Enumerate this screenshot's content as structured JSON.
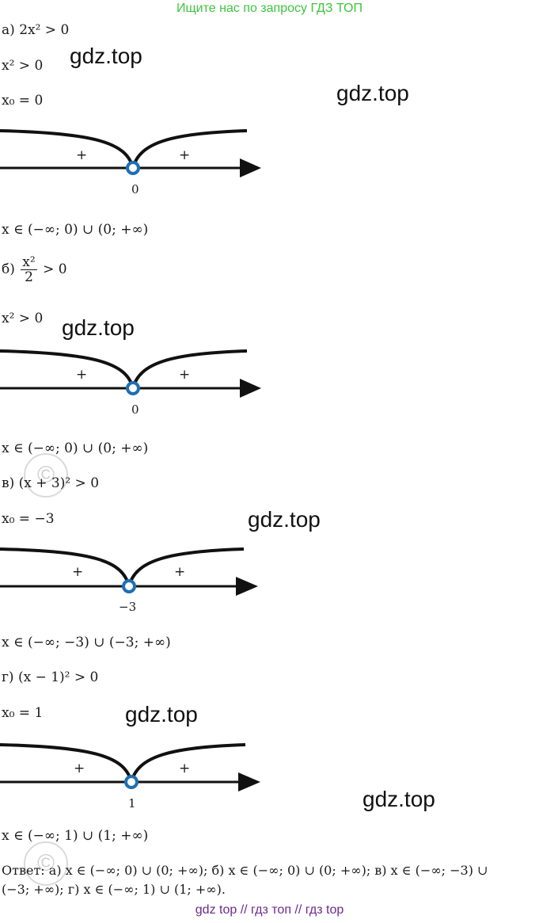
{
  "banner": "Ищите нас по запросу ГДЗ ТОП",
  "watermark": "gdz.top",
  "parts": {
    "a": {
      "label": "а)",
      "ineq": "2x² > 0",
      "step": "x² > 0",
      "root": "x₀ = 0",
      "axis_point": "0",
      "sign_left": "+",
      "sign_right": "+",
      "answer": "x ∈ (−∞; 0) ∪ (0; +∞)"
    },
    "b": {
      "label": "б)",
      "frac_num": "x²",
      "frac_den": "2",
      "ineq_rest": "> 0",
      "step": "x² > 0",
      "axis_point": "0",
      "sign_left": "+",
      "sign_right": "+",
      "answer": "x ∈ (−∞; 0) ∪ (0; +∞)"
    },
    "c": {
      "label": "в)",
      "ineq": "(x + 3)² > 0",
      "root": "x₀ = −3",
      "axis_point": "−3",
      "sign_left": "+",
      "sign_right": "+",
      "answer": "x ∈ (−∞; −3) ∪ (−3; +∞)"
    },
    "d": {
      "label": "г)",
      "ineq": "(x − 1)² > 0",
      "root": "x₀ = 1",
      "axis_point": "1",
      "sign_left": "+",
      "sign_right": "+",
      "answer": "x ∈ (−∞; 1) ∪ (1; +∞)"
    }
  },
  "final_answer": {
    "line1": "Ответ: а) x ∈ (−∞; 0) ∪ (0; +∞); б)  x ∈ (−∞; 0) ∪ (0; +∞); в) x ∈ (−∞; −3) ∪",
    "line2": "(−3; +∞); г) x ∈ (−∞; 1) ∪ (1; +∞)."
  },
  "footer": "gdz top  //  гдз топ  //  гдз top"
}
